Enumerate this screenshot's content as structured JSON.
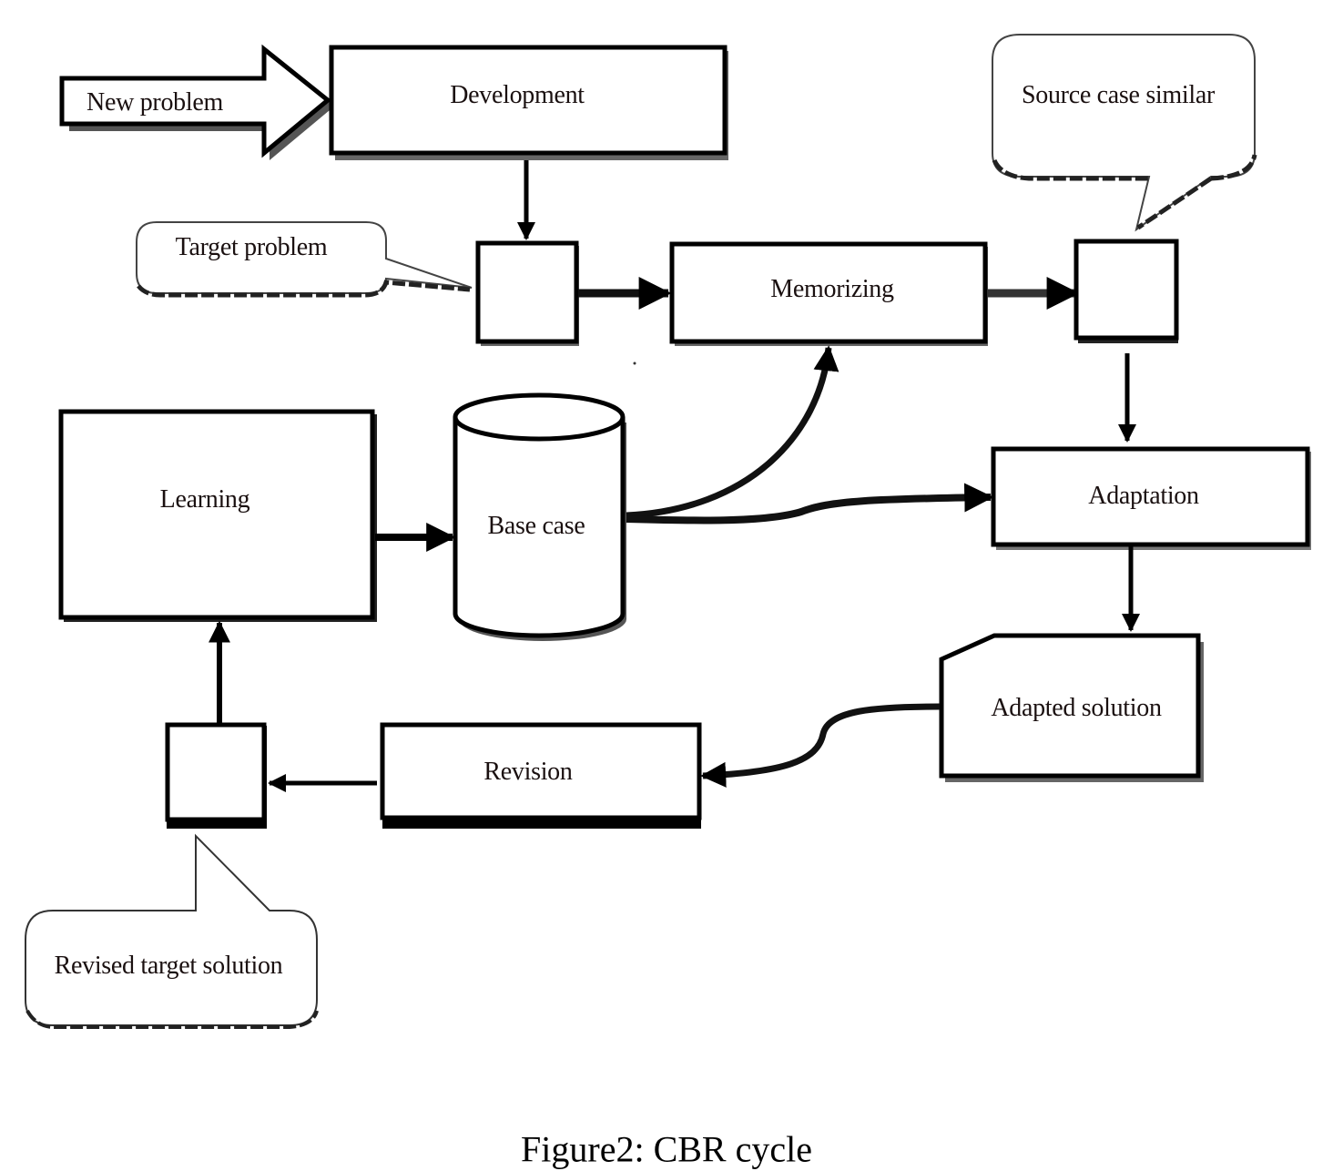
{
  "figure": {
    "caption": "Figure2: CBR cycle"
  },
  "nodes": {
    "new_problem": "New problem",
    "development": "Development",
    "target_problem": "Target problem",
    "memorizing": "Memorizing",
    "source_case_similar": "Source case similar",
    "learning": "Learning",
    "base_case": "Base case",
    "adaptation": "Adaptation",
    "adapted_solution": "Adapted solution",
    "revision": "Revision",
    "revised_target_solution": "Revised target solution"
  },
  "edges": [
    {
      "from": "new_problem",
      "to": "development"
    },
    {
      "from": "development",
      "to": "target_problem_box"
    },
    {
      "from": "target_problem_box",
      "to": "memorizing"
    },
    {
      "from": "memorizing",
      "to": "source_case_box"
    },
    {
      "from": "source_case_box",
      "to": "adaptation"
    },
    {
      "from": "base_case",
      "to": "memorizing"
    },
    {
      "from": "base_case",
      "to": "adaptation"
    },
    {
      "from": "adaptation",
      "to": "adapted_solution"
    },
    {
      "from": "adapted_solution",
      "to": "revision"
    },
    {
      "from": "revision",
      "to": "revised_solution_box"
    },
    {
      "from": "revised_solution_box",
      "to": "learning"
    },
    {
      "from": "learning",
      "to": "base_case"
    }
  ]
}
